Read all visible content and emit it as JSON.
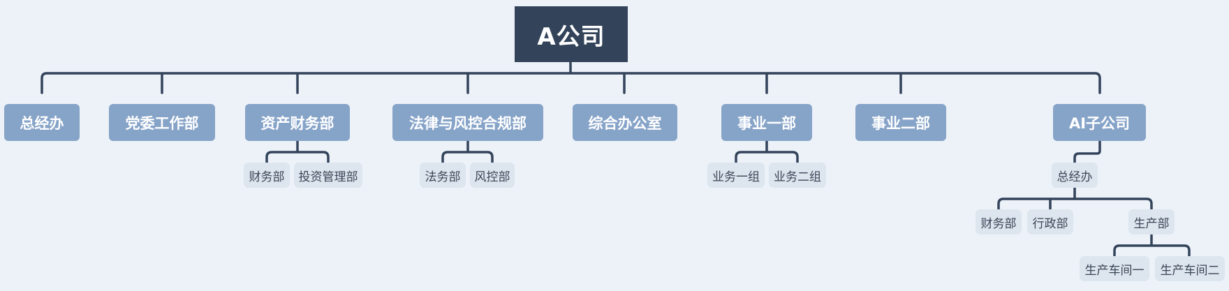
{
  "root": {
    "label": "A公司"
  },
  "departments": [
    {
      "label": "总经办"
    },
    {
      "label": "党委工作部"
    },
    {
      "label": "资产财务部",
      "children": [
        {
          "label": "财务部"
        },
        {
          "label": "投资管理部"
        }
      ]
    },
    {
      "label": "法律与风控合规部",
      "children": [
        {
          "label": "法务部"
        },
        {
          "label": "风控部"
        }
      ]
    },
    {
      "label": "综合办公室"
    },
    {
      "label": "事业一部",
      "children": [
        {
          "label": "业务一组"
        },
        {
          "label": "业务二组"
        }
      ]
    },
    {
      "label": "事业二部"
    },
    {
      "label": "AI子公司",
      "children": [
        {
          "label": "总经办",
          "children": [
            {
              "label": "财务部"
            },
            {
              "label": "行政部"
            },
            {
              "label": "生产部",
              "children": [
                {
                  "label": "生产车间一"
                },
                {
                  "label": "生产车间二"
                }
              ]
            }
          ]
        }
      ]
    }
  ],
  "colors": {
    "background": "#ecf2f8",
    "root_fill": "#33435a",
    "department_fill": "#86a3c8",
    "sub_fill": "#dde5ee",
    "connector": "#33435a"
  }
}
